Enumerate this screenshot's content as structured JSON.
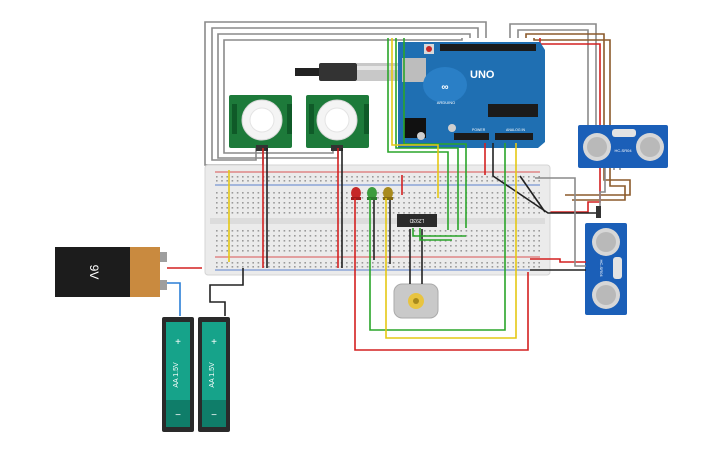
{
  "battery_9v": {
    "label": "9V"
  },
  "cells": [
    {
      "plus": "+",
      "label": "AA 1.5V",
      "minus": "−"
    },
    {
      "plus": "+",
      "label": "AA 1.5V",
      "minus": "−"
    }
  ],
  "arduino": {
    "board": "UNO",
    "brand": "ARDUINO",
    "power_label": "POWER",
    "analog_label": "ANALOG IN"
  },
  "ic": {
    "label": "L293D"
  },
  "ultrasonic": {
    "label": "HC-SR04"
  },
  "colors": {
    "wire_red": "#d42020",
    "wire_black": "#222222",
    "wire_green": "#2aa52a",
    "wire_yellow": "#e4c814",
    "wire_gray": "#8a8a8a",
    "wire_brown": "#8b5a2b",
    "pir_board": "#1d7a3a",
    "arduino_board": "#1f6fb2",
    "sensor_board": "#1b5fb8",
    "cell_body": "#16a38a"
  }
}
